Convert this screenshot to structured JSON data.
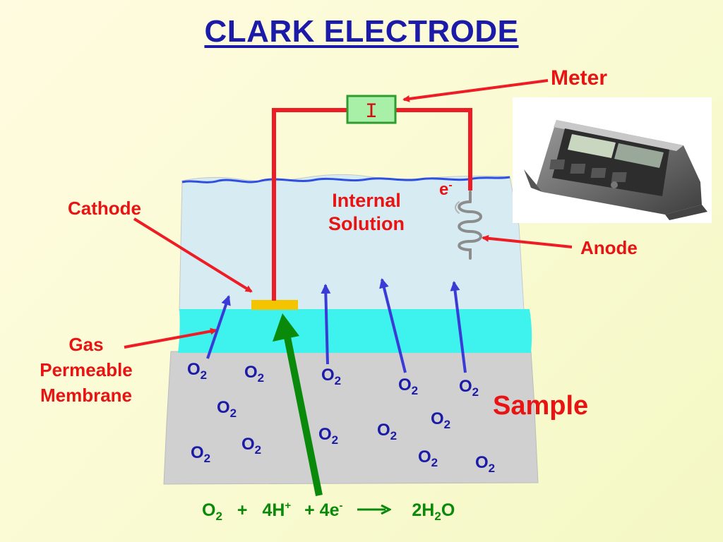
{
  "title": "CLARK ELECTRODE",
  "labels": {
    "meter": "Meter",
    "cathode": "Cathode",
    "anode": "Anode",
    "internal_line1": "Internal",
    "internal_line2": "Solution",
    "gas": "Gas",
    "permeable": "Permeable",
    "membrane": "Membrane",
    "sample": "Sample",
    "electron": "e",
    "electron_sup": "-",
    "current_symbol": "I"
  },
  "oxygen": {
    "base": "O",
    "sub": "2"
  },
  "equation": {
    "o2_base": "O",
    "o2_sub": "2",
    "plus1": "+",
    "h_coef": "4H",
    "h_sup": "+",
    "plus2": "+ 4e",
    "e_sup": "-",
    "product_base": "2H",
    "product_sub": "2",
    "product_tail": "O"
  },
  "colors": {
    "title": "#1b1ba8",
    "label_red": "#e81414",
    "wire_red": "#ee1c24",
    "o2_blue": "#1b1ba8",
    "arrow_blue": "#3a3ad6",
    "green": "#0a8a0a",
    "internal_solution": "#d6ecf2",
    "membrane": "#3ef2ee",
    "sample": "#d0d0d0",
    "cathode": "#f5c400",
    "meter_box_fill": "#a8f0a8",
    "meter_box_border": "#2f9c2f"
  },
  "icons": {
    "meter_device": "meter-device-icon",
    "anode_coil": "anode-coil-icon"
  }
}
